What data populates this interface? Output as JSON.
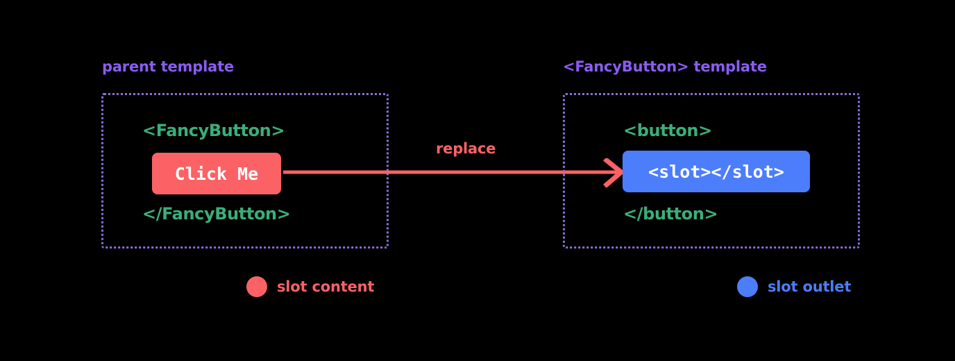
{
  "theme": {
    "background": "#000000",
    "heading_purple": "#8b5cf6",
    "border_purple": "#8c6fd8",
    "code_green": "#3bae7a",
    "accent_red": "#fb6265",
    "accent_blue": "#4c7dfb",
    "chip_text": "#ffffff"
  },
  "panels": {
    "parent": {
      "heading": "parent template",
      "open_tag": "<FancyButton>",
      "close_tag": "</FancyButton>",
      "chip_label": "Click Me"
    },
    "fancy": {
      "heading": "<FancyButton> template",
      "open_tag": "<button>",
      "close_tag": "</button>",
      "chip_label": "<slot></slot>"
    }
  },
  "arrow": {
    "label": "replace"
  },
  "legend": [
    {
      "label": "slot content",
      "color": "#fb6265"
    },
    {
      "label": "slot outlet",
      "color": "#4c7dfb"
    }
  ]
}
